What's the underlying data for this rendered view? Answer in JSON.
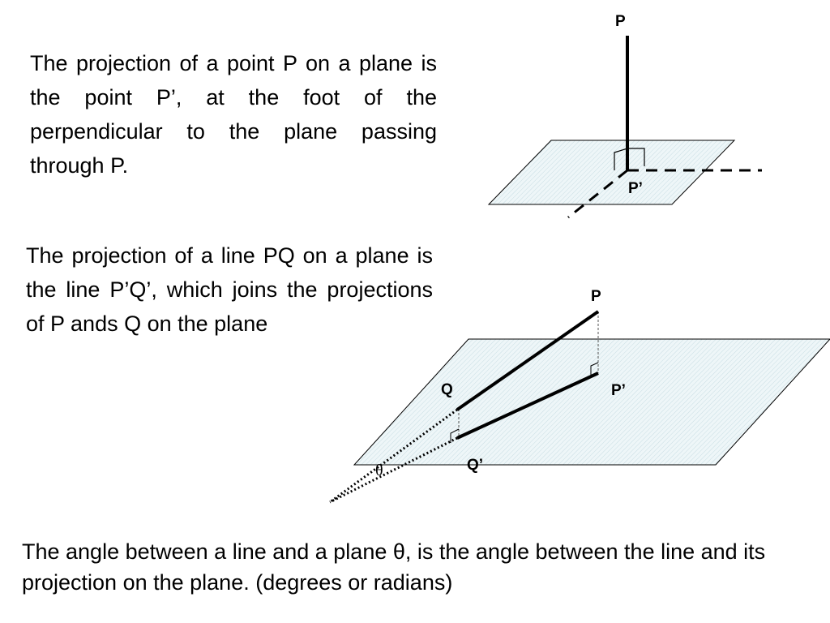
{
  "text": {
    "para1": "The projection of a point P on a plane is the point P’, at the foot of the perpendicular to the plane passing through P.",
    "para2": "The projection of a line PQ on a plane is the line P’Q’, which joins the projections of P ands Q on the plane",
    "para3": "The angle between a line and a plane θ, is the angle between the line and its projection on the plane.  (degrees or radians)"
  },
  "diagram1": {
    "label_p": "P",
    "label_p_prime": "P’"
  },
  "diagram2": {
    "label_p": "P",
    "label_q": "Q",
    "label_p_prime": "P’",
    "label_q_prime": "Q’",
    "label_theta": "θ"
  },
  "colors": {
    "plane_fill": "#eaf4f6",
    "line": "#000000"
  }
}
